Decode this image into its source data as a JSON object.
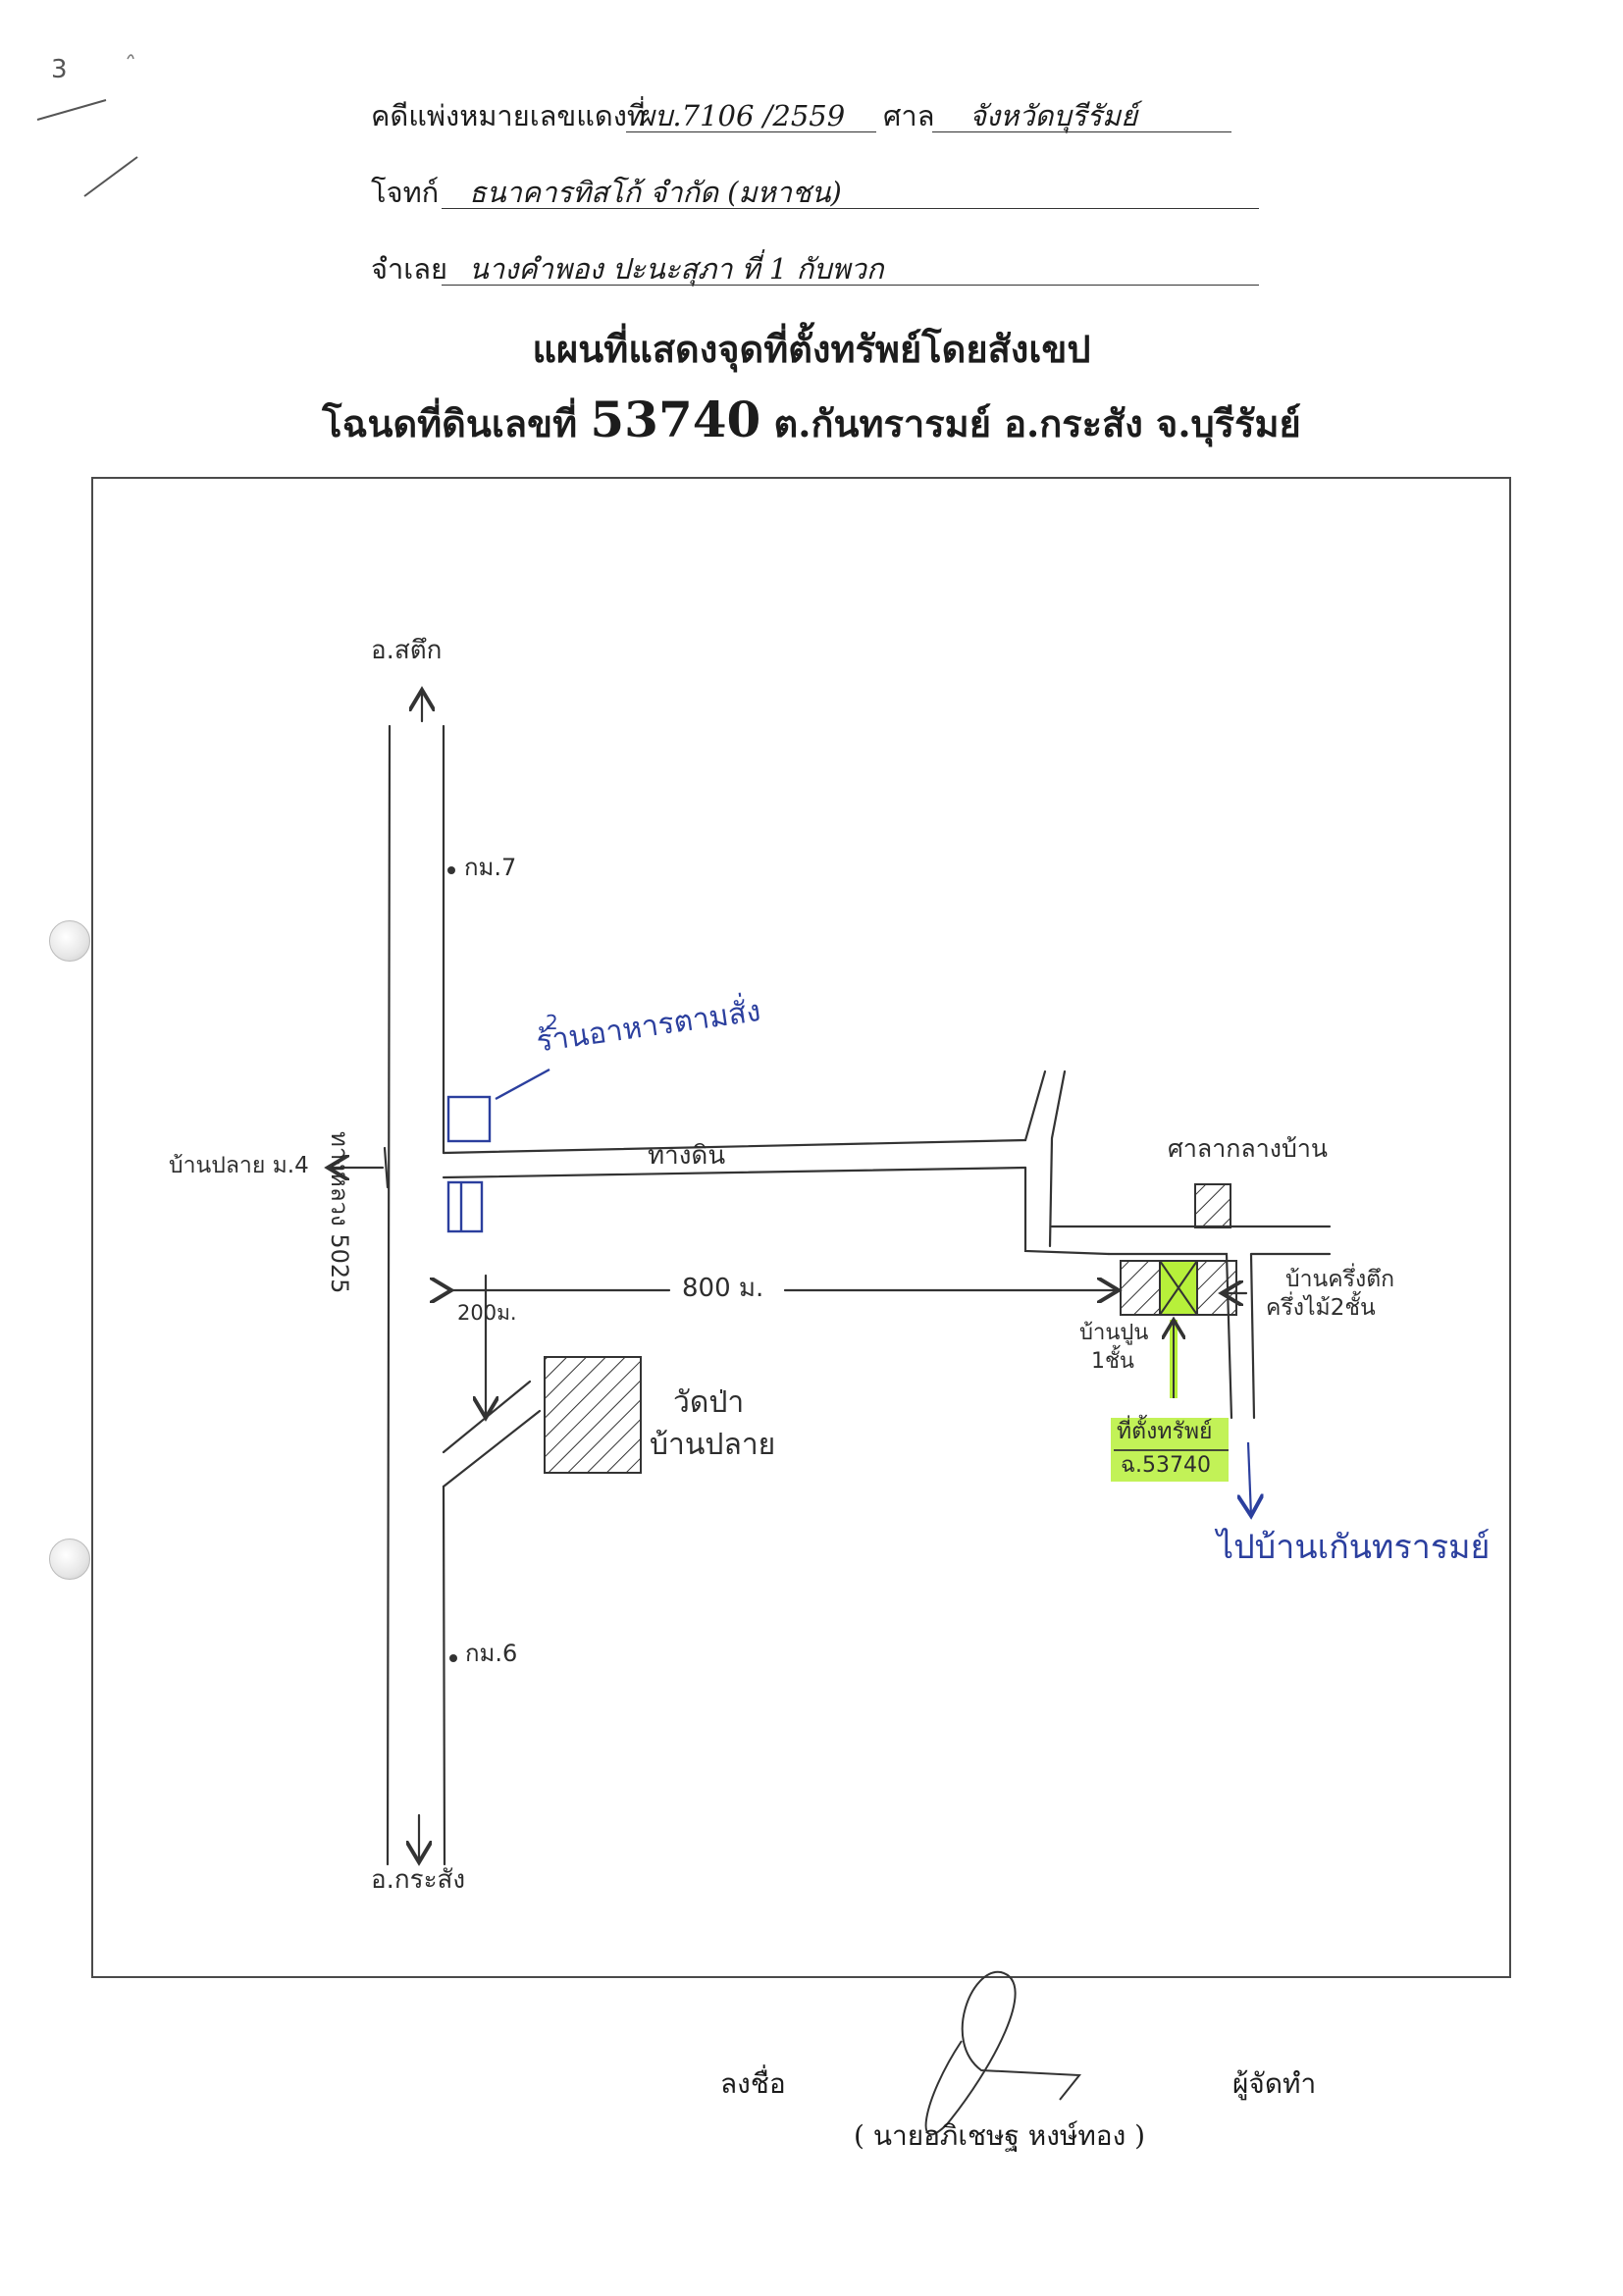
{
  "header": {
    "case_label": "คดีแพ่งหมายเลขแดงที่",
    "case_number": "ผบ.7106 /2559",
    "court_label": "ศาล",
    "court_name": "จังหวัดบุรีรัมย์",
    "plaintiff_label": "โจทก์",
    "plaintiff_name": "ธนาคารทิสโก้ จำกัด (มหาชน)",
    "defendant_label": "จำเลย",
    "defendant_name": "นางคำพอง ปะนะสุภา ที่ 1 กับพวก"
  },
  "title": {
    "line1": "แผนที่แสดงจุดที่ตั้งทรัพย์โดยสังเขป",
    "line2_prefix": "โฉนดที่ดินเลขที่",
    "deed_number": "53740",
    "line2_suffix": "ต.กันทรารมย์ อ.กระสัง จ.บุรีรัมย์"
  },
  "map": {
    "north_label": "อ.สตึก",
    "south_label": "อ.กระสัง",
    "west_label": "บ้านปลาย ม.4",
    "km7": "กม.7",
    "km6": "กม.6",
    "main_road": "ทางหลวง 5025",
    "dirt_road": "ทางดิน",
    "distance_800": "800 ม.",
    "distance_200": "200ม.",
    "restaurant": "ร้านอาหารตามสั่ง",
    "restaurant_mark": "2",
    "temple_line1": "วัดป่า",
    "temple_line2": "บ้านปลาย",
    "hall": "ศาลากลางบ้าน",
    "house_right_line1": "บ้านครึ่งตึก",
    "house_right_line2": "ครึ่งไม้2ชั้น",
    "house_left_line1": "บ้านปูน",
    "house_left_line2": "1ชั้น",
    "property_line1": "ที่ตั้งทรัพย์",
    "property_line2": "ฉ.53740",
    "to_village": "ไปบ้านเกันทรารมย์",
    "highlight_color": "#b7f03a",
    "pen_blue": "#2b3f9e"
  },
  "signature": {
    "sign_label": "ลงชื่อ",
    "role_label": "ผู้จัดทำ",
    "name": "( นายอภิเชษฐ หงษ์ทอง )"
  },
  "margin_marks": {
    "top_left_number": "3"
  }
}
